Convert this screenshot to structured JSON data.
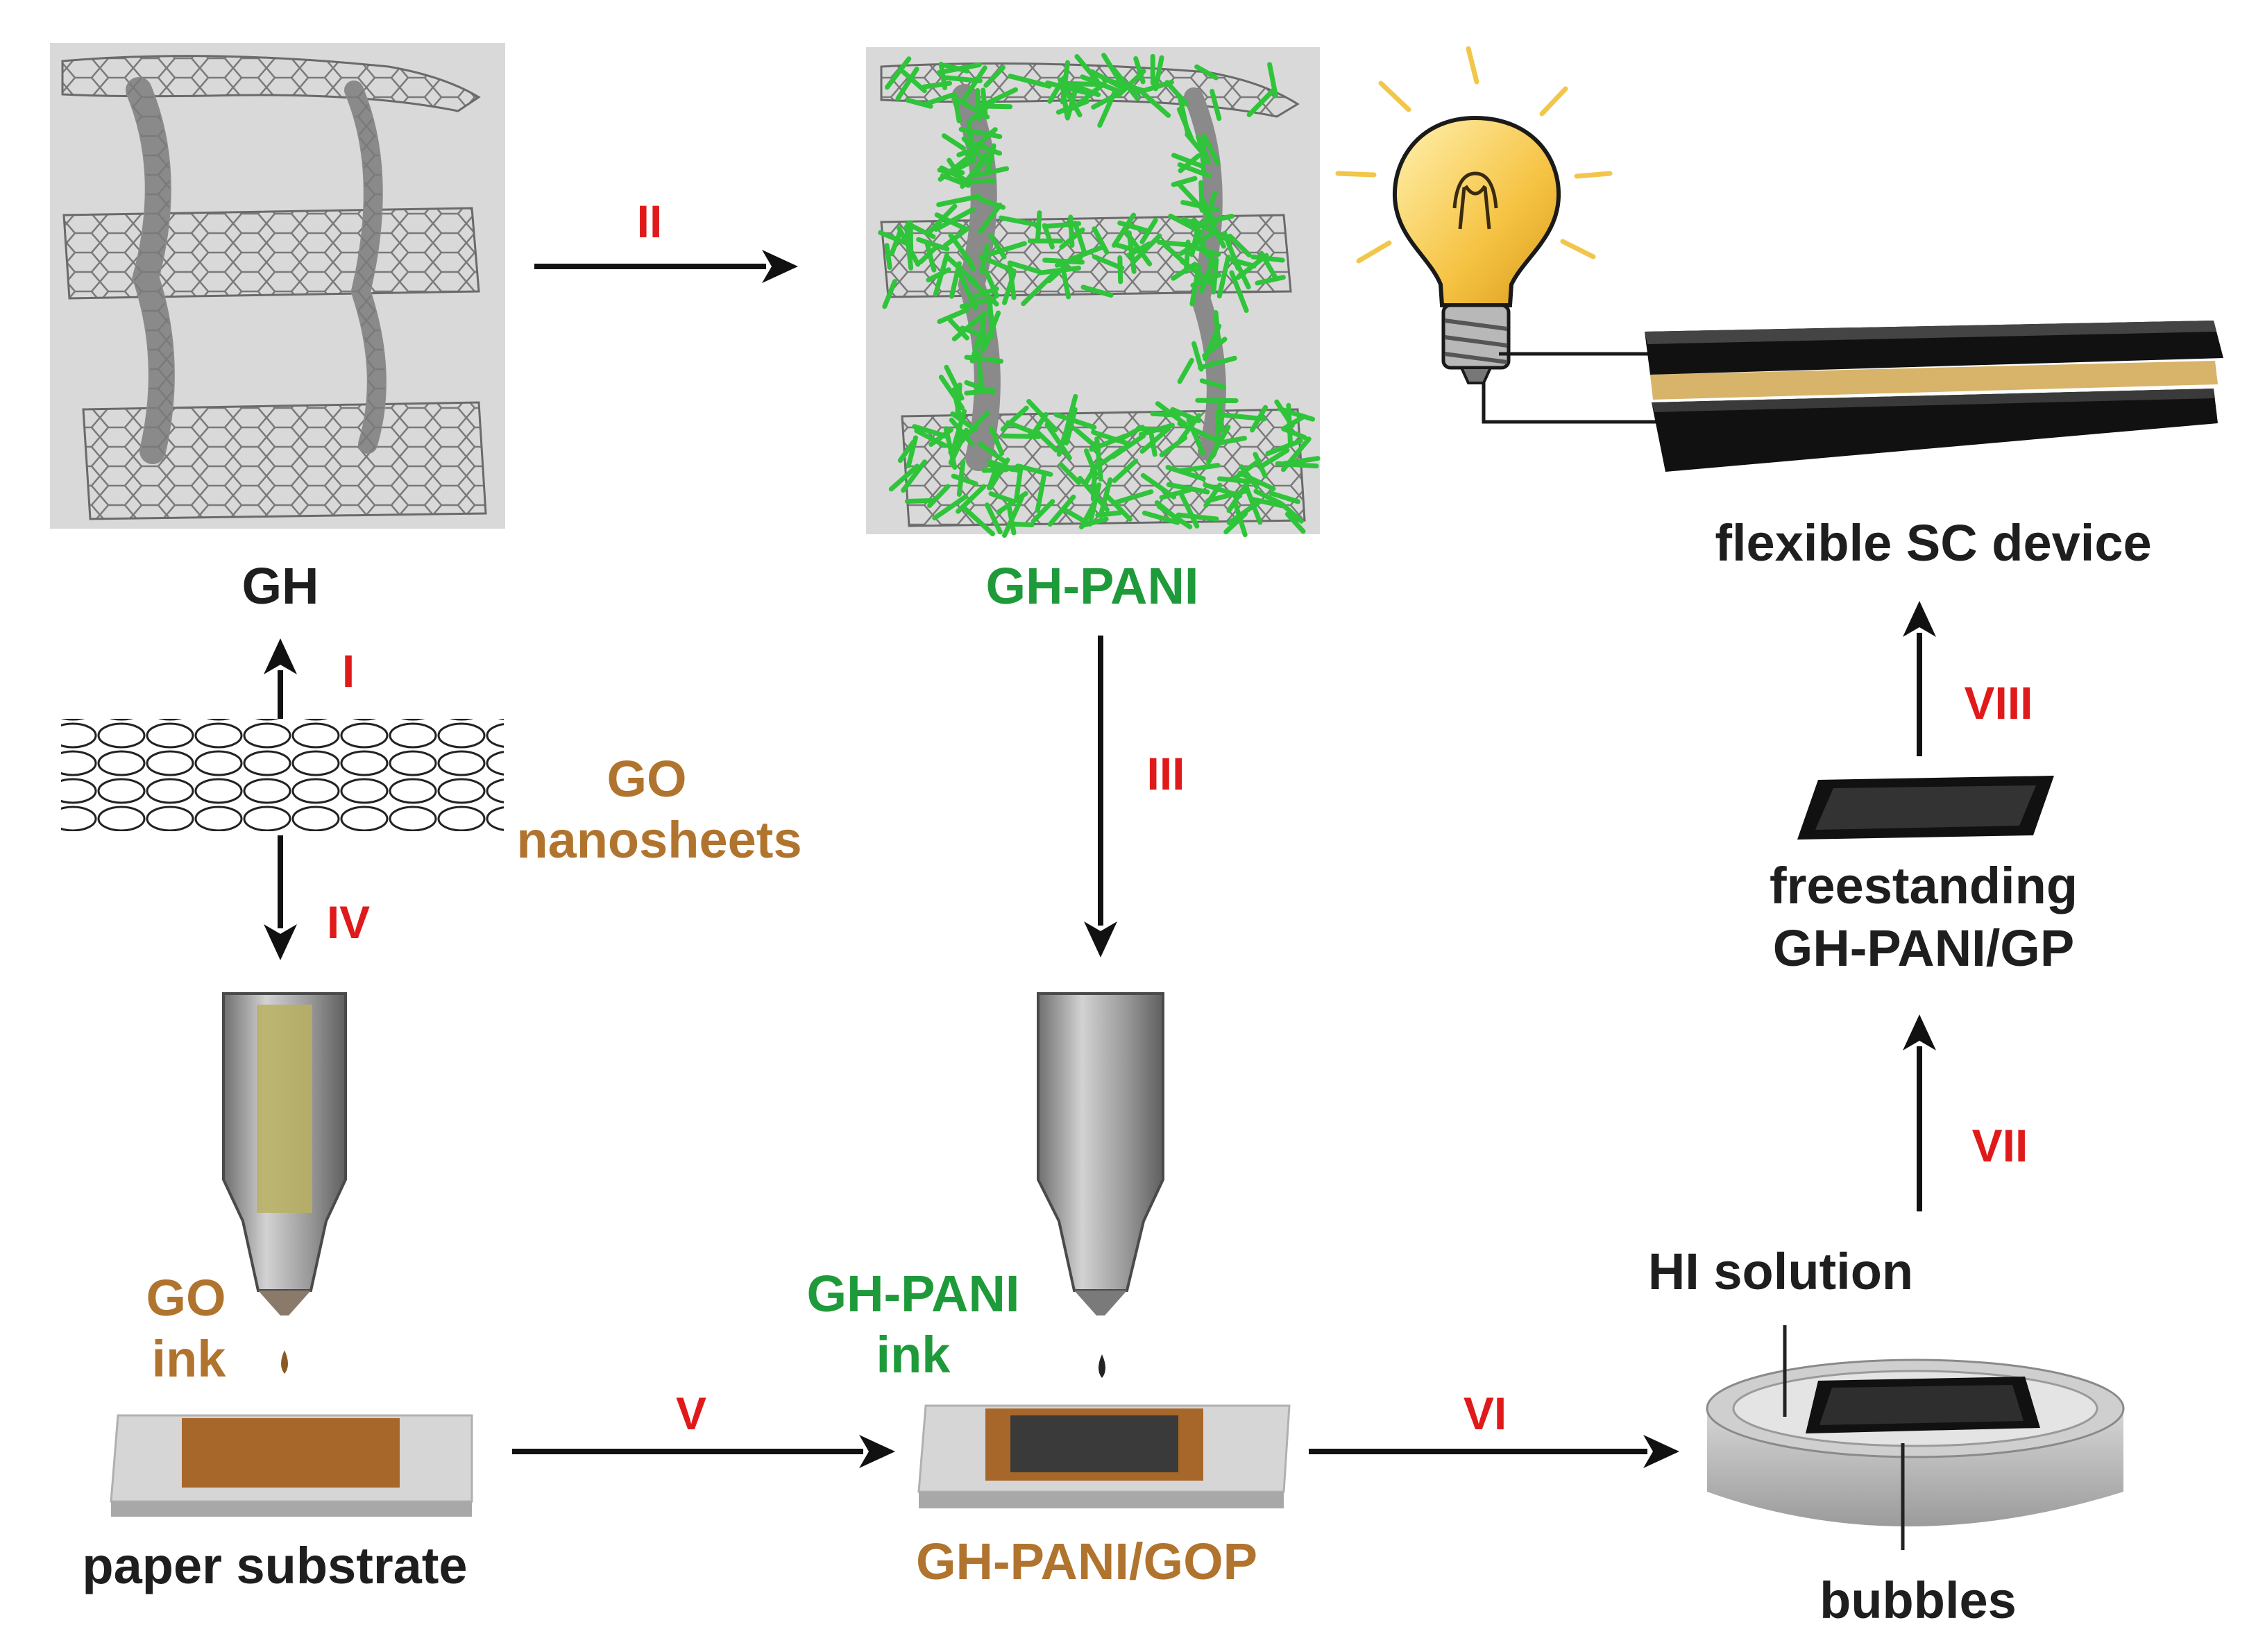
{
  "colors": {
    "label_dark": "#1e1e1e",
    "label_green": "#1f9a3a",
    "label_brown": "#b0742e",
    "step_red": "#e01a1a",
    "graphene_gray": "#7a7a7a",
    "pani_green": "#2fc43a",
    "panel_bg": "#d9d9d9",
    "go_ink": "#a8672a",
    "gh_pani_ink": "#3a3a3a",
    "bulb_yellow": "#f6c343",
    "electrode_black": "#111111",
    "separator_gold": "#d8b36a"
  },
  "labels": {
    "gh": "GH",
    "gh_pani": "GH-PANI",
    "go_nanosheets_line1": "GO",
    "go_nanosheets_line2": "nanosheets",
    "go_ink_line1": "GO",
    "go_ink_line2": "ink",
    "gh_pani_ink_line1": "GH-PANI",
    "gh_pani_ink_line2": "ink",
    "paper_substrate": "paper substrate",
    "gh_pani_gop": "GH-PANI/GOP",
    "hi_solution": "HI solution",
    "bubbles": "bubbles",
    "freestanding_line1": "freestanding",
    "freestanding_line2": "GH-PANI/GP",
    "flexible_device": "flexible SC device"
  },
  "steps": {
    "i": "I",
    "ii": "II",
    "iii": "III",
    "iv": "IV",
    "v": "V",
    "vi": "VI",
    "vii": "VII",
    "viii": "VIII"
  }
}
